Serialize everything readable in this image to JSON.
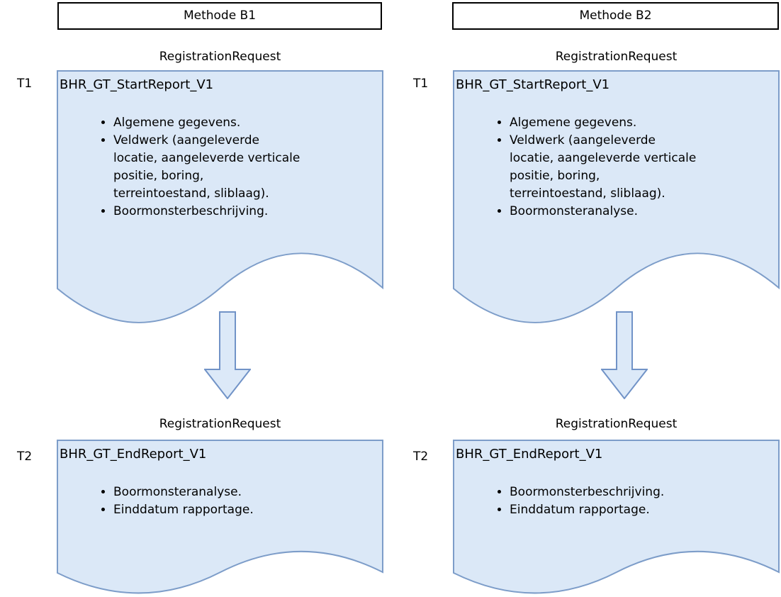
{
  "colors": {
    "shape_fill": "#dbe8f7",
    "shape_stroke": "#7d9dc9",
    "arrow_fill": "#dce9f8",
    "arrow_stroke": "#7193c7",
    "header_border": "#000000",
    "text_color": "#000000"
  },
  "columns": [
    {
      "header": "Methode B1",
      "t1": {
        "t_label": "T1",
        "request_label": "RegistrationRequest",
        "title": "BHR_GT_StartReport_V1",
        "bullets": [
          "Algemene gegevens.",
          "Veldwerk (aangeleverde\nlocatie, aangeleverde verticale\npositie, boring,\nterreintoestand, sliblaag).",
          "Boormonsterbeschrijving."
        ]
      },
      "t2": {
        "t_label": "T2",
        "request_label": "RegistrationRequest",
        "title": "BHR_GT_EndReport_V1",
        "bullets": [
          "Boormonsteranalyse.",
          "Einddatum rapportage."
        ]
      }
    },
    {
      "header": "Methode B2",
      "t1": {
        "t_label": "T1",
        "request_label": "RegistrationRequest",
        "title": "BHR_GT_StartReport_V1",
        "bullets": [
          "Algemene gegevens.",
          "Veldwerk (aangeleverde\nlocatie, aangeleverde verticale\npositie, boring,\nterreintoestand, sliblaag).",
          "Boormonsteranalyse."
        ]
      },
      "t2": {
        "t_label": "T2",
        "request_label": "RegistrationRequest",
        "title": "BHR_GT_EndReport_V1",
        "bullets": [
          "Boormonsterbeschrijving.",
          "Einddatum rapportage."
        ]
      }
    }
  ]
}
